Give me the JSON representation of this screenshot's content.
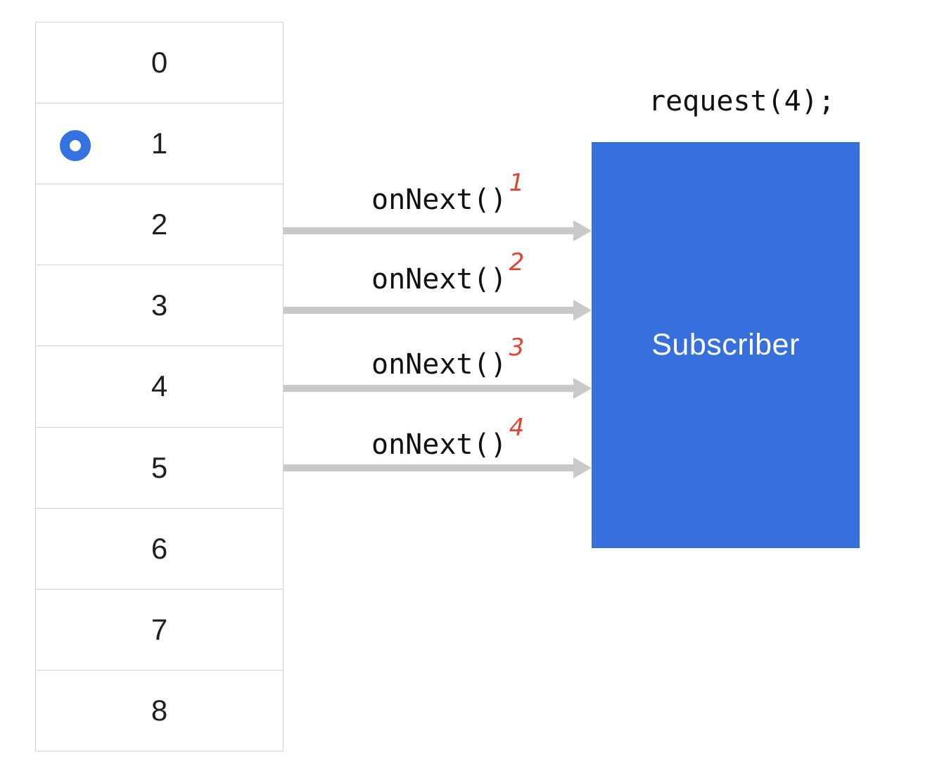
{
  "source_list": {
    "items": [
      "0",
      "1",
      "2",
      "3",
      "4",
      "5",
      "6",
      "7",
      "8"
    ],
    "current_item": "1"
  },
  "subscriber": {
    "label": "Subscriber",
    "request_label": "request(4);"
  },
  "events": [
    {
      "label": "onNext()",
      "superscript": "1"
    },
    {
      "label": "onNext()",
      "superscript": "2"
    },
    {
      "label": "onNext()",
      "superscript": "3"
    },
    {
      "label": "onNext()",
      "superscript": "4"
    }
  ],
  "colors": {
    "subscriber_fill": "#3770dc",
    "marker_ring": "#3372e0",
    "arrow": "#c9c9c9",
    "superscript": "#e04433",
    "table_border": "#d4d4d4",
    "cell_text": "#1f1f1f",
    "subscriber_text": "#ffffff"
  }
}
